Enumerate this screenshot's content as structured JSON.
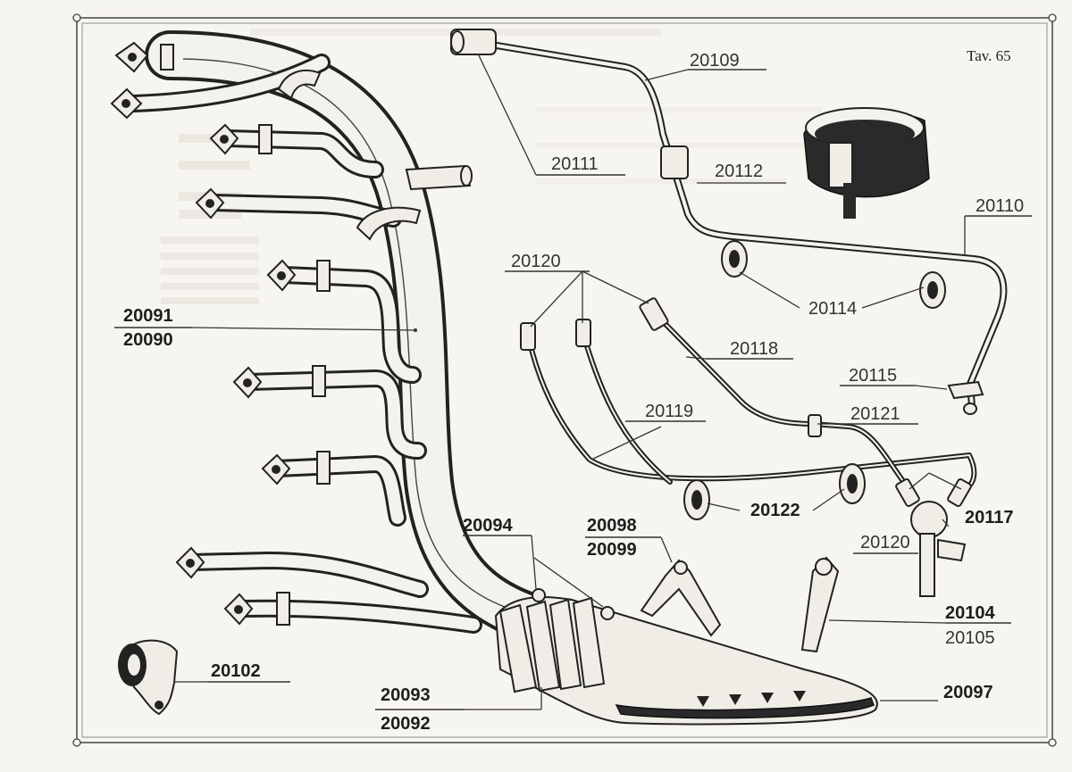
{
  "plate": {
    "title": "Tav. 65"
  },
  "labels": {
    "p20091": "20091",
    "p20090": "20090",
    "p20109": "20109",
    "p20111": "20111",
    "p20112": "20112",
    "p20110": "20110",
    "p20114": "20114",
    "p20120a": "20120",
    "p20118": "20118",
    "p20115": "20115",
    "p20119": "20119",
    "p20121": "20121",
    "p20122": "20122",
    "p20117": "20117",
    "p20120b": "20120",
    "p20094": "20094",
    "p20098": "20098",
    "p20099": "20099",
    "p20104": "20104",
    "p20105": "20105",
    "p20102": "20102",
    "p20093": "20093",
    "p20092": "20092",
    "p20097": "20097"
  }
}
